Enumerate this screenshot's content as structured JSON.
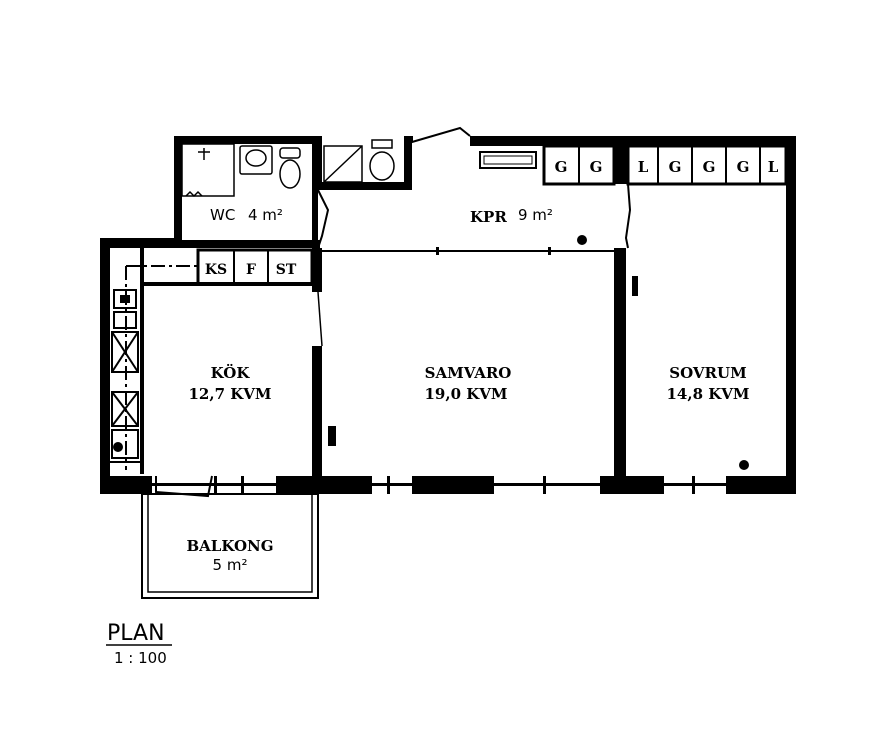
{
  "plan": {
    "title": "PLAN",
    "scale": "1 : 100"
  },
  "rooms": {
    "wc": {
      "name": "WC",
      "area": "4 m²"
    },
    "kpr": {
      "name": "KPR",
      "area": "9 m²"
    },
    "kok": {
      "name": "KÖK",
      "area": "12,7 KVM"
    },
    "samvaro": {
      "name": "SAMVARO",
      "area": "19,0 KVM"
    },
    "sovrum": {
      "name": "SOVRUM",
      "area": "14,8 KVM"
    },
    "balkong": {
      "name": "BALKONG",
      "area": "5 m²"
    }
  },
  "fixtures": {
    "kitchen_cabinets": [
      "KS",
      "F",
      "ST"
    ],
    "wardrobes_hall": [
      "G",
      "G"
    ],
    "wardrobes_bedroom": [
      "L",
      "G",
      "G",
      "G",
      "L"
    ]
  },
  "colors": {
    "wall": "#000000",
    "background": "#ffffff"
  }
}
